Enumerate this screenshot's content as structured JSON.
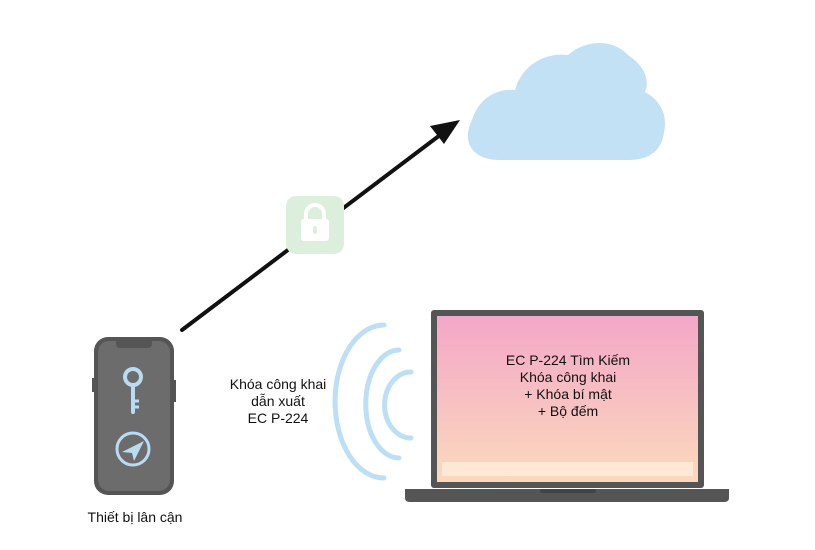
{
  "diagram": {
    "device_label": "Thiết bị lân cận",
    "public_key_label": [
      "Khóa công khai",
      "dẫn xuất",
      "EC P-224"
    ],
    "laptop_screen_lines": [
      "EC P-224 Tìm Kiếm",
      "Khóa công khai",
      "+ Khóa bí mật",
      "+ Bộ đếm"
    ],
    "icons": {
      "cloud": "cloud-icon",
      "lock": "padlock-icon",
      "phone_key": "key-icon",
      "phone_location": "location-arrow-icon",
      "signal": "wireless-signal-icon"
    },
    "colors": {
      "cloud": "#c2e1f4",
      "lock_badge": "#dcefdc",
      "lock_glyph": "#ffffff",
      "phone_body": "#6c6c6c",
      "phone_icons": "#b9dcf3",
      "signal": "#bcdff5",
      "laptop_frame": "#555555",
      "screen_top": "#f4a7c8",
      "screen_bottom": "#fbd9bd",
      "arrow": "#111111"
    }
  }
}
